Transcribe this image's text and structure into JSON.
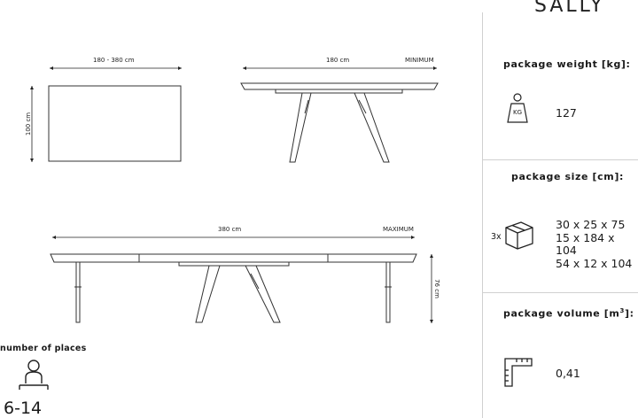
{
  "product": {
    "name": "SALLY"
  },
  "drawings": {
    "top_view": {
      "width_label": "180 - 380 cm",
      "depth_label": "100 cm"
    },
    "side_min": {
      "width_label": "180 cm",
      "mode_label": "MINIMUM"
    },
    "side_max": {
      "width_label": "380 cm",
      "mode_label": "MAXIMUM",
      "height_label": "76 cm"
    }
  },
  "places": {
    "label": "number of places",
    "value": "6-14"
  },
  "info": {
    "weight": {
      "title": "package weight [kg]:",
      "value": "127",
      "badge": "KG"
    },
    "size": {
      "title": "package size [cm]:",
      "count": "3x",
      "rows": [
        "30 x 25 x 75",
        "15 x 184 x 104",
        "54 x 12 x 104"
      ]
    },
    "volume": {
      "title_prefix": "package volume [m",
      "title_sup": "3",
      "title_suffix": "]:",
      "value": "0,41"
    }
  },
  "icons": [
    "weight-icon",
    "box-icon",
    "ruler-icon",
    "person-icon"
  ]
}
